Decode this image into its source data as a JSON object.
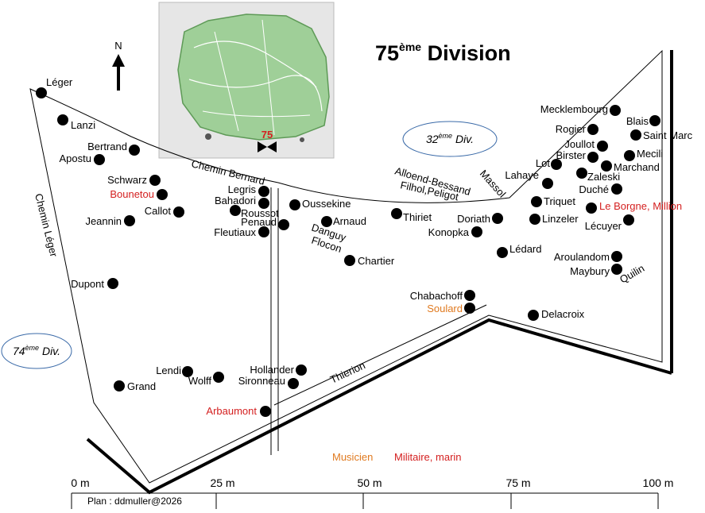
{
  "title": {
    "main": "75",
    "sup": "ème",
    "rest": " Division"
  },
  "north": "N",
  "inset_number": "75",
  "division_labels": [
    {
      "num": "74",
      "sup": "ème",
      "text": " Div."
    },
    {
      "num": "32",
      "sup": "ème",
      "text": " Div."
    }
  ],
  "path_labels": {
    "chemin_bernard": "Chemin Bernard",
    "chemin_leger": "Chemin Léger",
    "thierion": "Thierion",
    "alloend": "Alloend-Bessand",
    "filhol": "Filhol,Peligot",
    "massol": "Massol",
    "danguy": "Danguy",
    "flocon": "Flocon",
    "quilin": "Quilin"
  },
  "graves": [
    {
      "name": "Léger",
      "cat": "none"
    },
    {
      "name": "Lanzi",
      "cat": "none"
    },
    {
      "name": "Bertrand",
      "cat": "none"
    },
    {
      "name": "Apostu",
      "cat": "none"
    },
    {
      "name": "Schwarz",
      "cat": "none"
    },
    {
      "name": "Bounetou",
      "cat": "military"
    },
    {
      "name": "Callot",
      "cat": "none"
    },
    {
      "name": "Jeannin",
      "cat": "none"
    },
    {
      "name": "Dupont",
      "cat": "none"
    },
    {
      "name": "Legris",
      "cat": "none"
    },
    {
      "name": "Bahadori",
      "cat": "none"
    },
    {
      "name": "Roussot",
      "cat": "none"
    },
    {
      "name": "Penaud",
      "cat": "none"
    },
    {
      "name": "Fleutiaux",
      "cat": "none"
    },
    {
      "name": "Oussekine",
      "cat": "none"
    },
    {
      "name": "Arnaud",
      "cat": "none"
    },
    {
      "name": "Chartier",
      "cat": "none"
    },
    {
      "name": "Thiriet",
      "cat": "none"
    },
    {
      "name": "Doriath",
      "cat": "none"
    },
    {
      "name": "Konopka",
      "cat": "none"
    },
    {
      "name": "Lédard",
      "cat": "none"
    },
    {
      "name": "Lahaye",
      "cat": "none"
    },
    {
      "name": "Lot",
      "cat": "none"
    },
    {
      "name": "Triquet",
      "cat": "none"
    },
    {
      "name": "Linzeler",
      "cat": "none"
    },
    {
      "name": "Mecklembourg",
      "cat": "none"
    },
    {
      "name": "Rogier",
      "cat": "none"
    },
    {
      "name": "Joullot",
      "cat": "none"
    },
    {
      "name": "Birster",
      "cat": "none"
    },
    {
      "name": "Zaleski",
      "cat": "none"
    },
    {
      "name": "Duché",
      "cat": "none"
    },
    {
      "name": "Blais",
      "cat": "none"
    },
    {
      "name": "Saint Marc",
      "cat": "none"
    },
    {
      "name": "Mecili",
      "cat": "none"
    },
    {
      "name": "Marchand",
      "cat": "none"
    },
    {
      "name": "Le Borgne, Million",
      "cat": "military"
    },
    {
      "name": "Lécuyer",
      "cat": "none"
    },
    {
      "name": "Aroulandom",
      "cat": "none"
    },
    {
      "name": "Maybury",
      "cat": "none"
    },
    {
      "name": "Chabachoff",
      "cat": "none"
    },
    {
      "name": "Soulard",
      "cat": "musician"
    },
    {
      "name": "Delacroix",
      "cat": "none"
    },
    {
      "name": "Lendi",
      "cat": "none"
    },
    {
      "name": "Grand",
      "cat": "none"
    },
    {
      "name": "Wolff",
      "cat": "none"
    },
    {
      "name": "Hollander",
      "cat": "none"
    },
    {
      "name": "Sironneau",
      "cat": "none"
    },
    {
      "name": "Arbaumont",
      "cat": "military"
    }
  ],
  "legend": {
    "musician": "Musicien",
    "military": "Militaire, marin"
  },
  "colors": {
    "military": "#d42020",
    "musician": "#e07a20",
    "ink": "#000000"
  },
  "scale": {
    "ticks": [
      "0 m",
      "25 m",
      "50 m",
      "75 m",
      "100 m"
    ]
  },
  "credit": "Plan : ddmuller@2026"
}
